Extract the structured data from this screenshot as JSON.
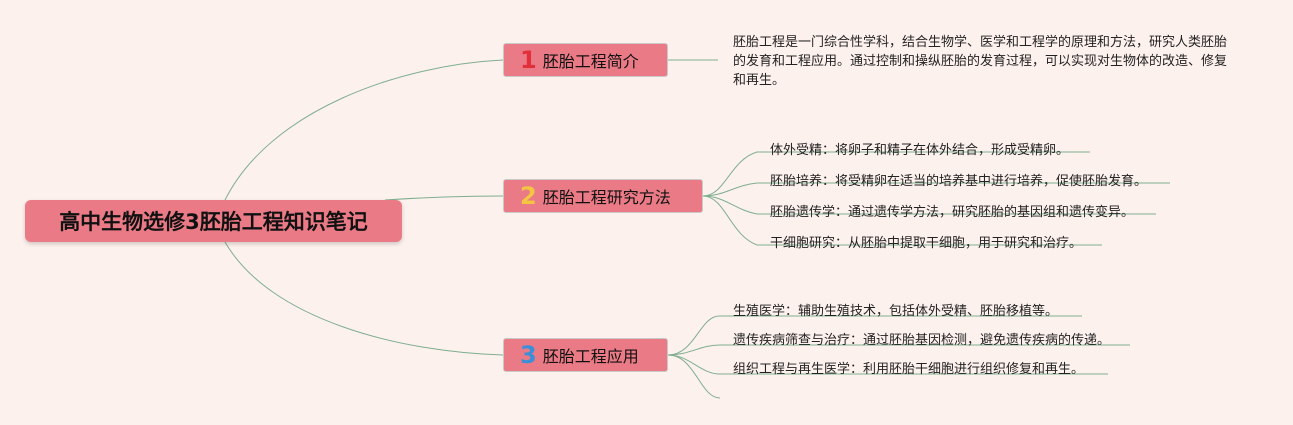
{
  "root": {
    "title": "高中生物选修3胚胎工程知识笔记"
  },
  "colors": {
    "background": "#fdf1ee",
    "node_fill": "#ea7b86",
    "connector": "#7fae8f",
    "num1": "#e0303c",
    "num2": "#f4c542",
    "num3": "#3a8fd8"
  },
  "branches": [
    {
      "number": "1",
      "label": "胚胎工程简介",
      "children": [
        "胚胎工程是一门综合性学科，结合生物学、医学和工程学的原理和方法，研究人类胚胎的发育和工程应用。通过控制和操纵胚胎的发育过程，可以实现对生物体的改造、修复和再生。"
      ]
    },
    {
      "number": "2",
      "label": "胚胎工程研究方法",
      "children": [
        "体外受精：将卵子和精子在体外结合，形成受精卵。",
        "胚胎培养：将受精卵在适当的培养基中进行培养，促使胚胎发育。",
        "胚胎遗传学：通过遗传学方法，研究胚胎的基因组和遗传变异。",
        "干细胞研究：从胚胎中提取干细胞，用于研究和治疗。"
      ]
    },
    {
      "number": "3",
      "label": "胚胎工程应用",
      "children": [
        "生殖医学：辅助生殖技术，包括体外受精、胚胎移植等。",
        "遗传疾病筛查与治疗：通过胚胎基因检测，避免遗传疾病的传递。",
        "组织工程与再生医学：利用胚胎干细胞进行组织修复和再生。"
      ]
    }
  ]
}
